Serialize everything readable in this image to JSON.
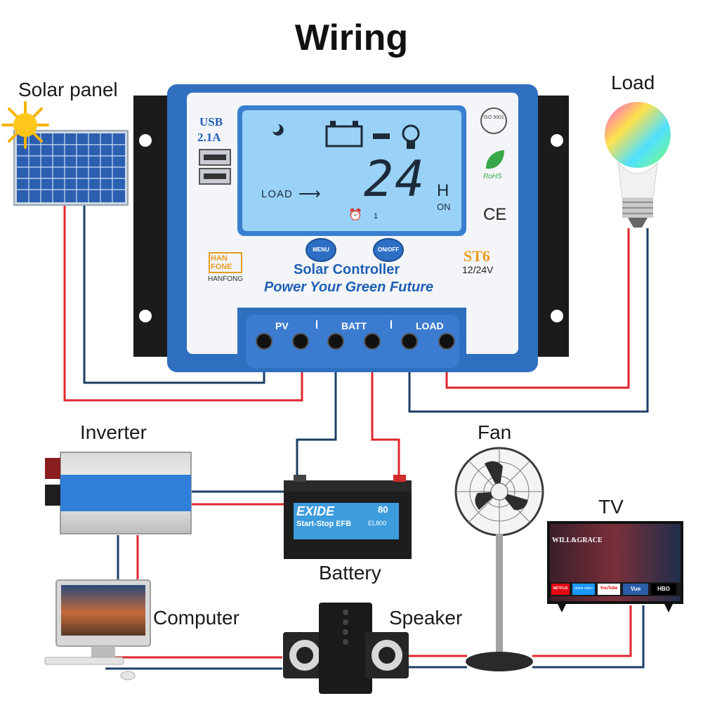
{
  "title": "Wiring",
  "labels": {
    "solar_panel": "Solar panel",
    "load": "Load",
    "inverter": "Inverter",
    "fan": "Fan",
    "tv": "TV",
    "battery": "Battery",
    "computer": "Computer",
    "speaker": "Speaker"
  },
  "controller": {
    "usb": "USB",
    "usb_rating": "2.1A",
    "lcd_value": "24",
    "lcd_unit": "H",
    "lcd_state": "ON",
    "lcd_load": "LOAD",
    "lcd_timer": "1",
    "menu_button": "MENU",
    "onoff_button": "ON/OFF",
    "brand_logo": "HAN FONE",
    "brand_name": "HANFONG",
    "model": "ST6",
    "voltage": "12/24V",
    "product": "Solar Controller",
    "slogan": "Power Your Green Future",
    "terminal_pv": "PV",
    "terminal_batt": "BATT",
    "terminal_load": "LOAD",
    "cert_iso": "ISO 9001",
    "cert_rohs": "RoHS",
    "cert_ce": "CE"
  },
  "battery": {
    "brand": "EXIDE",
    "model": "Start-Stop EFB",
    "capacity": "80",
    "code": "EL800"
  },
  "tv_screen": {
    "show": "WILL&GRACE",
    "app1": "NETFLIX",
    "app2": "prime video",
    "app3": "YouTube",
    "app4": "Vue",
    "app5": "HBO"
  },
  "colors": {
    "wire_positive": "#e0262c",
    "wire_negative": "#1d3f66",
    "controller_blue": "#2f6fc0",
    "lcd": "#9ad2f7"
  }
}
